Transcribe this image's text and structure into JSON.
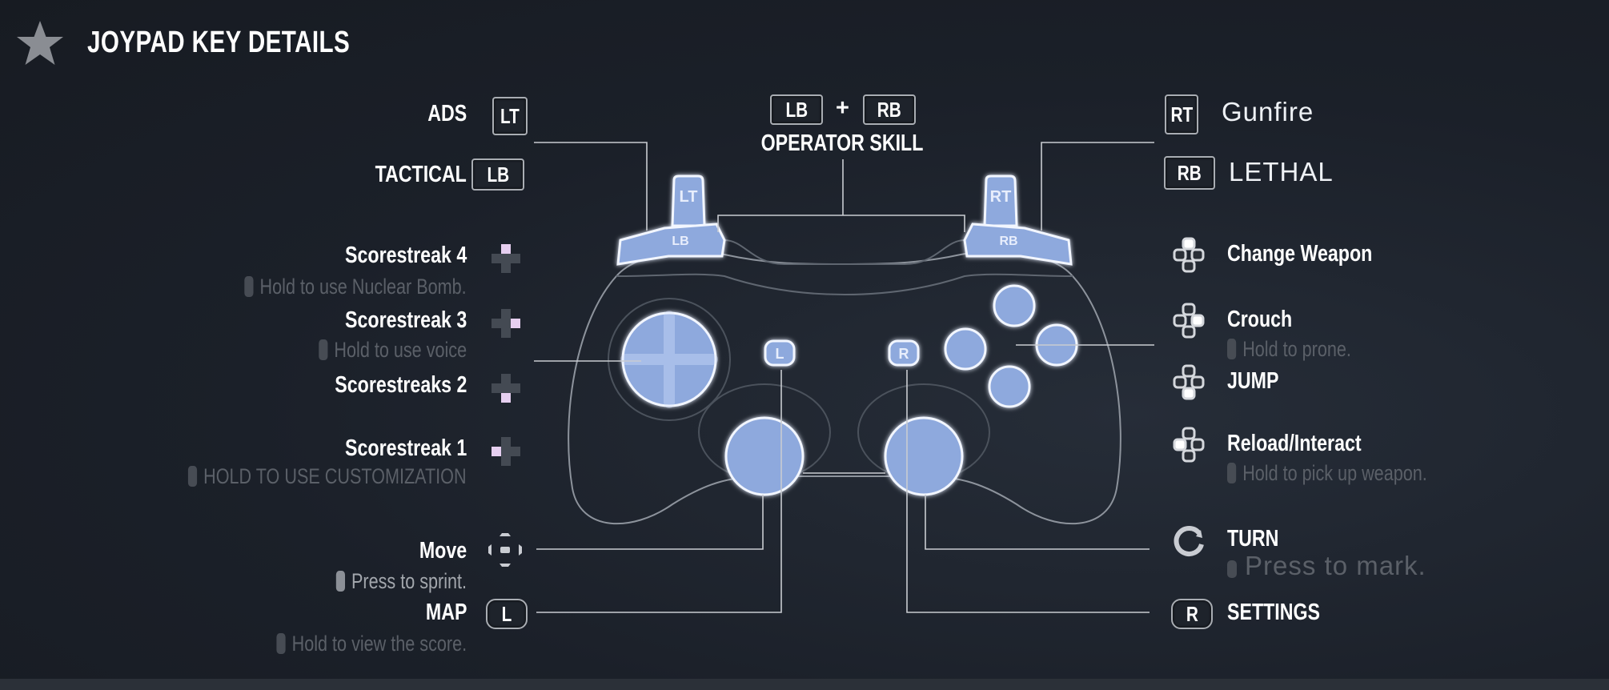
{
  "header": {
    "title": "JOYPAD KEY DETAILS",
    "icon": "star-icon"
  },
  "colors": {
    "accent": "#8ea9dd",
    "hint": "#5b6068",
    "text": "#ffffff"
  },
  "top": {
    "combo_left": "LB",
    "plus": "+",
    "combo_right": "RB",
    "label": "OPERATOR SKILL"
  },
  "controller": {
    "lt": "LT",
    "rt": "RT",
    "lb": "LB",
    "rb": "RB",
    "l": "L",
    "r": "R"
  },
  "left": {
    "ads": {
      "label": "ADS",
      "key": "LT"
    },
    "tactical": {
      "label": "TACTICAL",
      "key": "LB"
    },
    "scorestreak4": {
      "label": "Scorestreak 4",
      "hint": "Hold to use Nuclear Bomb."
    },
    "scorestreak3": {
      "label": "Scorestreak 3",
      "hint": "Hold to use voice"
    },
    "scorestreak2": {
      "label": "Scorestreaks 2"
    },
    "scorestreak1": {
      "label": "Scorestreak 1",
      "hint": "HOLD TO USE CUSTOMIZATION"
    },
    "move": {
      "label": "Move",
      "hint": "Press to sprint."
    },
    "map": {
      "label": "MAP",
      "key": "L",
      "hint": "Hold to view the score."
    }
  },
  "right": {
    "gunfire": {
      "label": "Gunfire",
      "key": "RT"
    },
    "lethal": {
      "label": "LETHAL",
      "key": "RB"
    },
    "change_weapon": {
      "label": "Change Weapon"
    },
    "crouch": {
      "label": "Crouch",
      "hint": "Hold to prone."
    },
    "jump": {
      "label": "JUMP"
    },
    "reload": {
      "label": "Reload/Interact",
      "hint": "Hold to pick up weapon."
    },
    "turn": {
      "label": "TURN",
      "hint": "Press to mark."
    },
    "settings": {
      "label": "SETTINGS",
      "key": "R"
    }
  }
}
